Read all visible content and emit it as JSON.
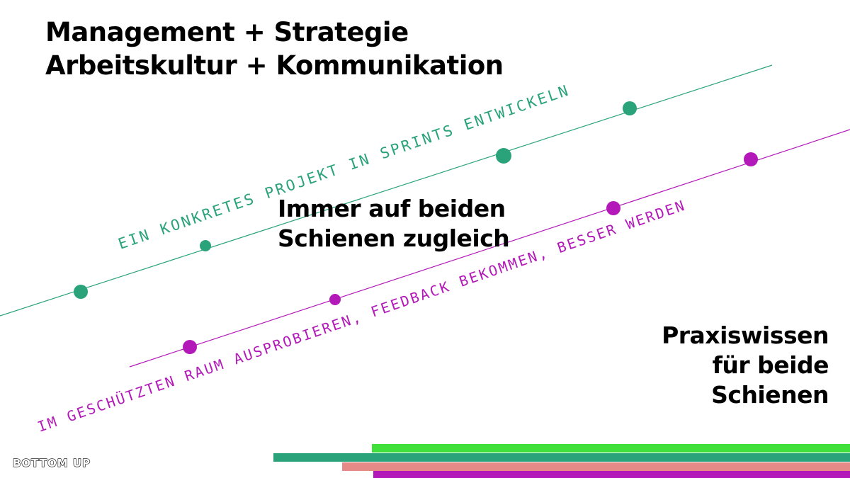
{
  "heading": {
    "line1": "Management + Strategie",
    "line2": "Arbeitskultur + Kommunikation"
  },
  "center": {
    "line1": "Immer auf beiden",
    "line2": "Schienen zugleich"
  },
  "right": {
    "line1": "Praxiswissen",
    "line2": "für beide",
    "line3": "Schienen"
  },
  "tracks": {
    "green_label": "EIN KONKRETES PROJEKT IN SPRINTS ENTWICKELN",
    "purple_label": "IM GESCHÜTZTEN RAUM AUSPROBIEREN, FEEDBACK BEKOMMEN, BESSER WERDEN"
  },
  "logo": "BOTTOM UP",
  "colors": {
    "green": "#2aa37a",
    "purple": "#b219b8",
    "bar_lime": "#3fe03a",
    "bar_teal": "#2aa37a",
    "bar_salmon": "#e58a86",
    "bar_magenta": "#b219b8"
  }
}
